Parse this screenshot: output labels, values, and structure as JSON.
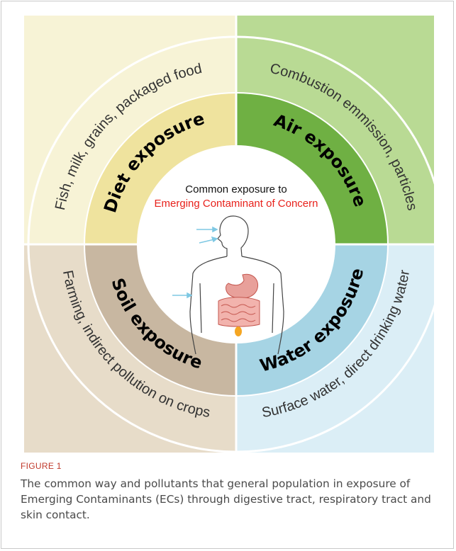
{
  "diagram": {
    "center_title": "Common exposure to",
    "center_subtitle": "Emerging Contaminant of Concern",
    "quadrants": [
      {
        "key": "diet",
        "label": "Diet exposure",
        "sources": "Fish, milk, grains, packaged food"
      },
      {
        "key": "air",
        "label": "Air exposure",
        "sources": "Combustion emmission, particles"
      },
      {
        "key": "soil",
        "label": "Soil exposure",
        "sources": "Farming, indirect pollution on crops"
      },
      {
        "key": "water",
        "label": "Water exposure",
        "sources": "Surface water, direct drinking water"
      }
    ],
    "colors": {
      "diet_outer": "#f7f3d6",
      "diet_inner": "#efe39e",
      "air_outer": "#b9da94",
      "air_inner": "#6fb043",
      "soil_outer": "#e7dcc9",
      "soil_inner": "#c8b7a1",
      "water_outer": "#dbeef6",
      "water_inner": "#a6d4e4",
      "subtitle_red": "#e8211b",
      "arrow_blue": "#7ec8e3"
    }
  },
  "caption": {
    "figure_label": "FIGURE 1",
    "text": "The common way and pollutants that general population in exposure of Emerging Contaminants (ECs) through digestive tract, respiratory tract and skin contact."
  }
}
